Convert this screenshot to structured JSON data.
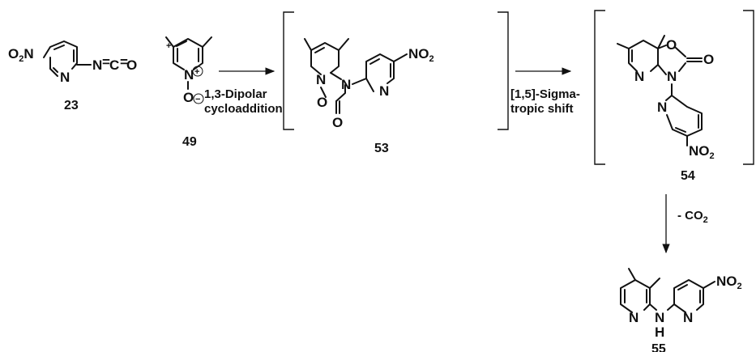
{
  "atoms": {
    "O": "O",
    "N": "N",
    "C": "C",
    "H": "H",
    "NO2_prefix": "O",
    "NO2_left": "N",
    "NO": "NO",
    "two": "2",
    "plus": "+",
    "N_plus": "+",
    "O_minus": "−",
    "eq": "="
  },
  "compounds": {
    "c23": "23",
    "c49": "49",
    "c53": "53",
    "c54": "54",
    "c55": "55"
  },
  "arrows": {
    "step1_line1": "1,3-Dipolar",
    "step1_line2": "cycloaddition",
    "step2_line1": "[1,5]-Sigma-",
    "step2_line2": "tropic shift",
    "step3_prefix": "- CO",
    "step3_sub": "2"
  }
}
